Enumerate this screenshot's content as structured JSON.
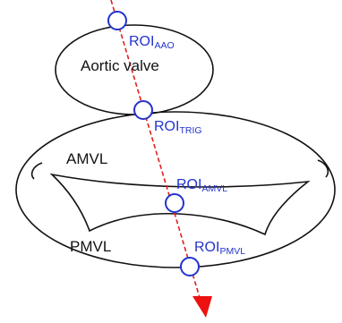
{
  "labels": {
    "aortic_valve": "Aortic valve",
    "amvl": "AMVL",
    "pmvl": "PMVL"
  },
  "rois": [
    {
      "id": "aao",
      "main": "ROI",
      "sub": "AAO"
    },
    {
      "id": "trig",
      "main": "ROI",
      "sub": "TRIG"
    },
    {
      "id": "amvl",
      "main": "ROI",
      "sub": "AMVL"
    },
    {
      "id": "pmvl",
      "main": "ROI",
      "sub": "PMVL"
    }
  ],
  "colors": {
    "axis": "#e02020",
    "roi": "#2233cc",
    "outline": "#111111"
  }
}
